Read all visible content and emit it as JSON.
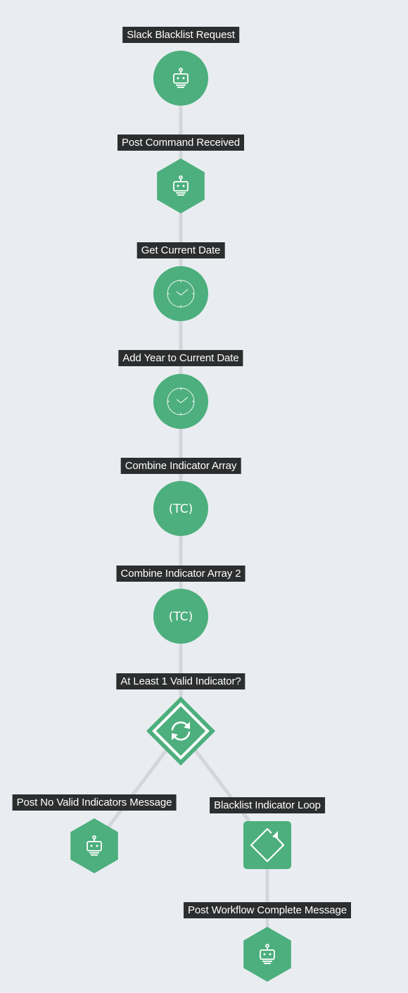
{
  "workflow": {
    "nodes": [
      {
        "id": "n1",
        "label": "Slack Blacklist Request",
        "shape": "circle",
        "icon": "robot-icon"
      },
      {
        "id": "n2",
        "label": "Post Command Received",
        "shape": "hexagon",
        "icon": "robot-icon"
      },
      {
        "id": "n3",
        "label": "Get Current Date",
        "shape": "circle",
        "icon": "clock-icon"
      },
      {
        "id": "n4",
        "label": "Add Year to Current Date",
        "shape": "circle",
        "icon": "clock-icon"
      },
      {
        "id": "n5",
        "label": "Combine Indicator Array",
        "shape": "circle",
        "icon": "tc-icon",
        "icon_text": "(TC)"
      },
      {
        "id": "n6",
        "label": "Combine Indicator Array 2",
        "shape": "circle",
        "icon": "tc-icon",
        "icon_text": "(TC)"
      },
      {
        "id": "n7",
        "label": "At Least 1 Valid Indicator?",
        "shape": "diamond",
        "icon": "refresh-icon"
      },
      {
        "id": "n8",
        "label": "Post No Valid Indicators Message",
        "shape": "hexagon",
        "icon": "robot-icon"
      },
      {
        "id": "n9",
        "label": "Blacklist Indicator Loop",
        "shape": "square",
        "icon": "loop-icon"
      },
      {
        "id": "n10",
        "label": "Post Workflow Complete Message",
        "shape": "hexagon",
        "icon": "robot-icon"
      }
    ],
    "edges": [
      [
        "n1",
        "n2"
      ],
      [
        "n2",
        "n3"
      ],
      [
        "n3",
        "n4"
      ],
      [
        "n4",
        "n5"
      ],
      [
        "n5",
        "n6"
      ],
      [
        "n6",
        "n7"
      ],
      [
        "n7",
        "n8"
      ],
      [
        "n7",
        "n9"
      ],
      [
        "n9",
        "n10"
      ]
    ]
  },
  "colors": {
    "background": "#e9edf1",
    "node_fill": "#4caf7d",
    "edge": "#d3d7db",
    "label_bg": "#2c2d2e",
    "label_text": "#ffffff"
  }
}
